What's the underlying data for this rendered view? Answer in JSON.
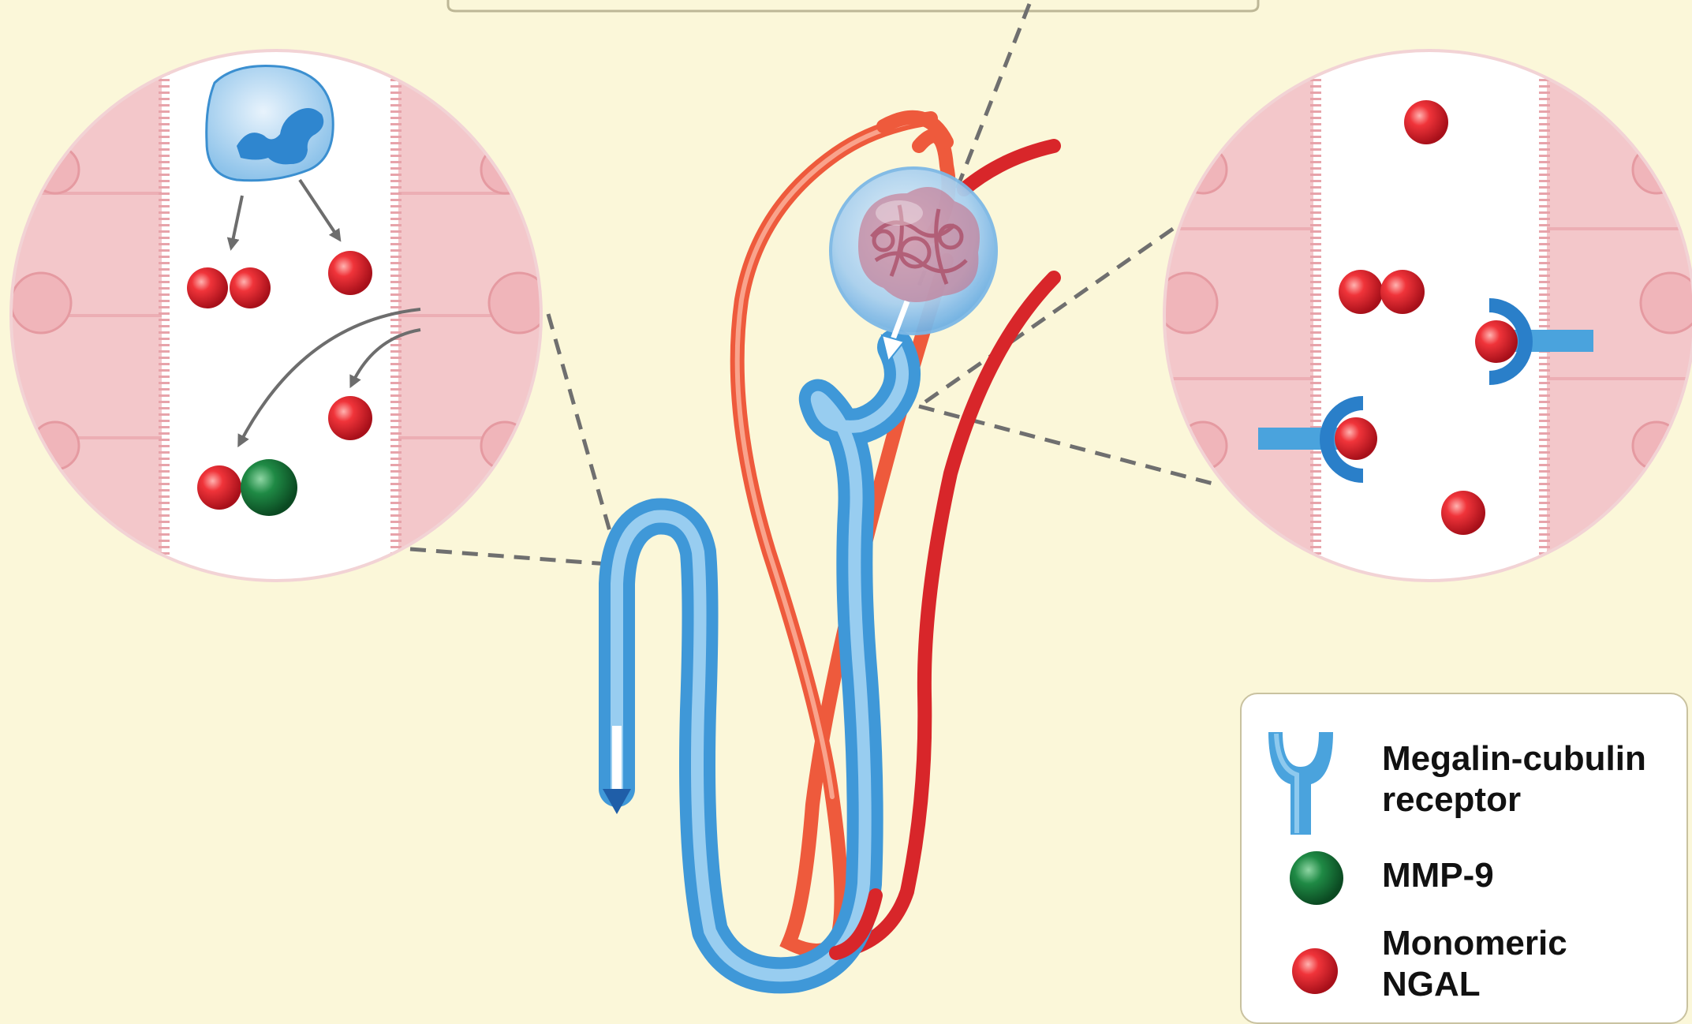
{
  "legend": {
    "items": [
      {
        "label": "Megalin-cubulin\nreceptor",
        "icon": "megalin-cubulin-receptor-icon"
      },
      {
        "label": "MMP-9",
        "icon": "mmp9-sphere-icon"
      },
      {
        "label": "Monomeric\nNGAL",
        "icon": "ngal-sphere-icon"
      }
    ]
  },
  "colors": {
    "background": "#fbf7d9",
    "tubule": "#4aa3dd",
    "vessel_afferent": "#ee5a3c",
    "vessel_efferent": "#d8262a",
    "ngal": "#e8262c",
    "mmp9": "#1b7a3c",
    "receptor": "#4aa3dd",
    "tissue": "#f3c4c8"
  }
}
